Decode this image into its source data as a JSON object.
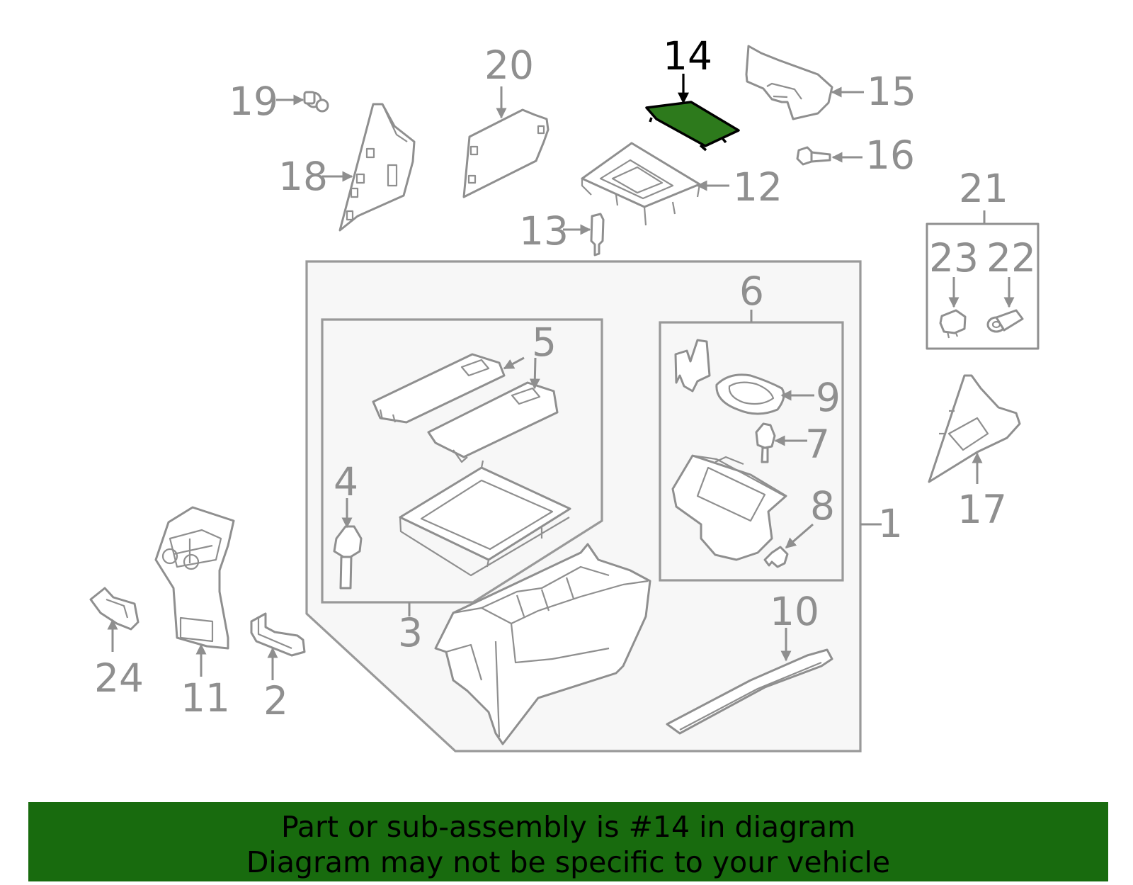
{
  "diagram": {
    "labels": {
      "n1": "1",
      "n2": "2",
      "n3": "3",
      "n4": "4",
      "n5": "5",
      "n6": "6",
      "n7": "7",
      "n8": "8",
      "n9": "9",
      "n10": "10",
      "n11": "11",
      "n12": "12",
      "n13": "13",
      "n14": "14",
      "n15": "15",
      "n16": "16",
      "n17": "17",
      "n18": "18",
      "n19": "19",
      "n20": "20",
      "n21": "21",
      "n22": "22",
      "n23": "23",
      "n24": "24"
    },
    "highlighted_part": "14",
    "highlight_color": "#2d7a1c"
  },
  "banner": {
    "line1": "Part or sub-assembly is #14 in diagram",
    "line2": "Diagram may not be specific to your vehicle",
    "background": "#186b0e"
  }
}
